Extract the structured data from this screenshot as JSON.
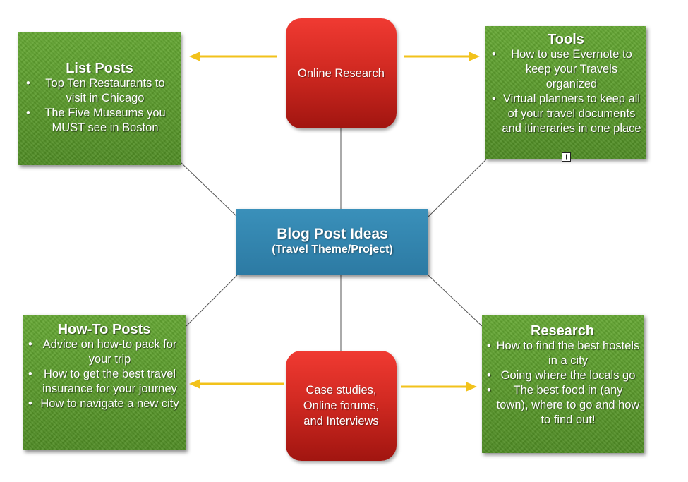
{
  "center": {
    "title": "Blog Post Ideas",
    "subtitle": "(Travel Theme/Project)"
  },
  "top_node": {
    "label": "Online Research"
  },
  "bottom_node": {
    "lines": [
      "Case studies,",
      "Online forums,",
      "and Interviews"
    ]
  },
  "list_posts": {
    "title": "List Posts",
    "items": [
      "Top Ten Restaurants to visit in Chicago",
      "The Five Museums you MUST see in Boston"
    ]
  },
  "tools": {
    "title": "Tools",
    "items": [
      "How to use Evernote to keep your Travels organized",
      "Virtual planners to keep all of your travel documents and itineraries in one place"
    ]
  },
  "how_to_posts": {
    "title": "How-To Posts",
    "items": [
      "Advice on how-to pack for your trip",
      "How to get the best travel insurance for your journey",
      "How to navigate a new city"
    ]
  },
  "research": {
    "title": "Research",
    "items": [
      "How to find the best hostels in a city",
      "Going where the locals go",
      "The best food in (any town), where to go and how to find out!"
    ]
  },
  "colors": {
    "box_green": "#5a9a2a",
    "node_red": "#d22a22",
    "center_blue": "#2c7aa3",
    "arrow_yellow": "#f2c21b",
    "line_gray": "#555555"
  }
}
